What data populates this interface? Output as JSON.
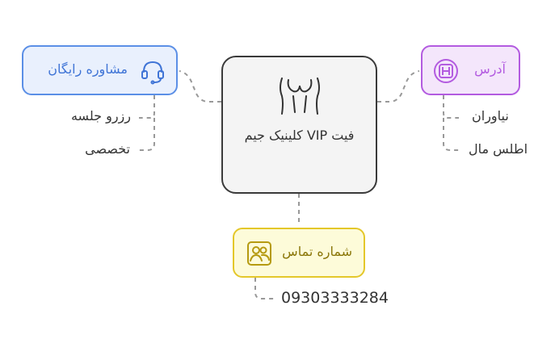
{
  "center": {
    "label": "فیت VIP کلینیک جیم",
    "icon": "body-fitness-icon"
  },
  "left_node": {
    "label": "مشاوره رایگان",
    "icon": "headset-icon",
    "color": "#5b8fe6",
    "children": [
      "رزرو جلسه",
      "تخصصی"
    ]
  },
  "right_node": {
    "label": "آدرس",
    "icon": "hotel-sign-icon",
    "color": "#b35be0",
    "children": [
      "نیاوران",
      "اطلس مال"
    ]
  },
  "bottom_node": {
    "label": "شماره تماس",
    "icon": "contacts-icon",
    "color": "#e4c72a",
    "children": [
      "09303333284"
    ]
  }
}
